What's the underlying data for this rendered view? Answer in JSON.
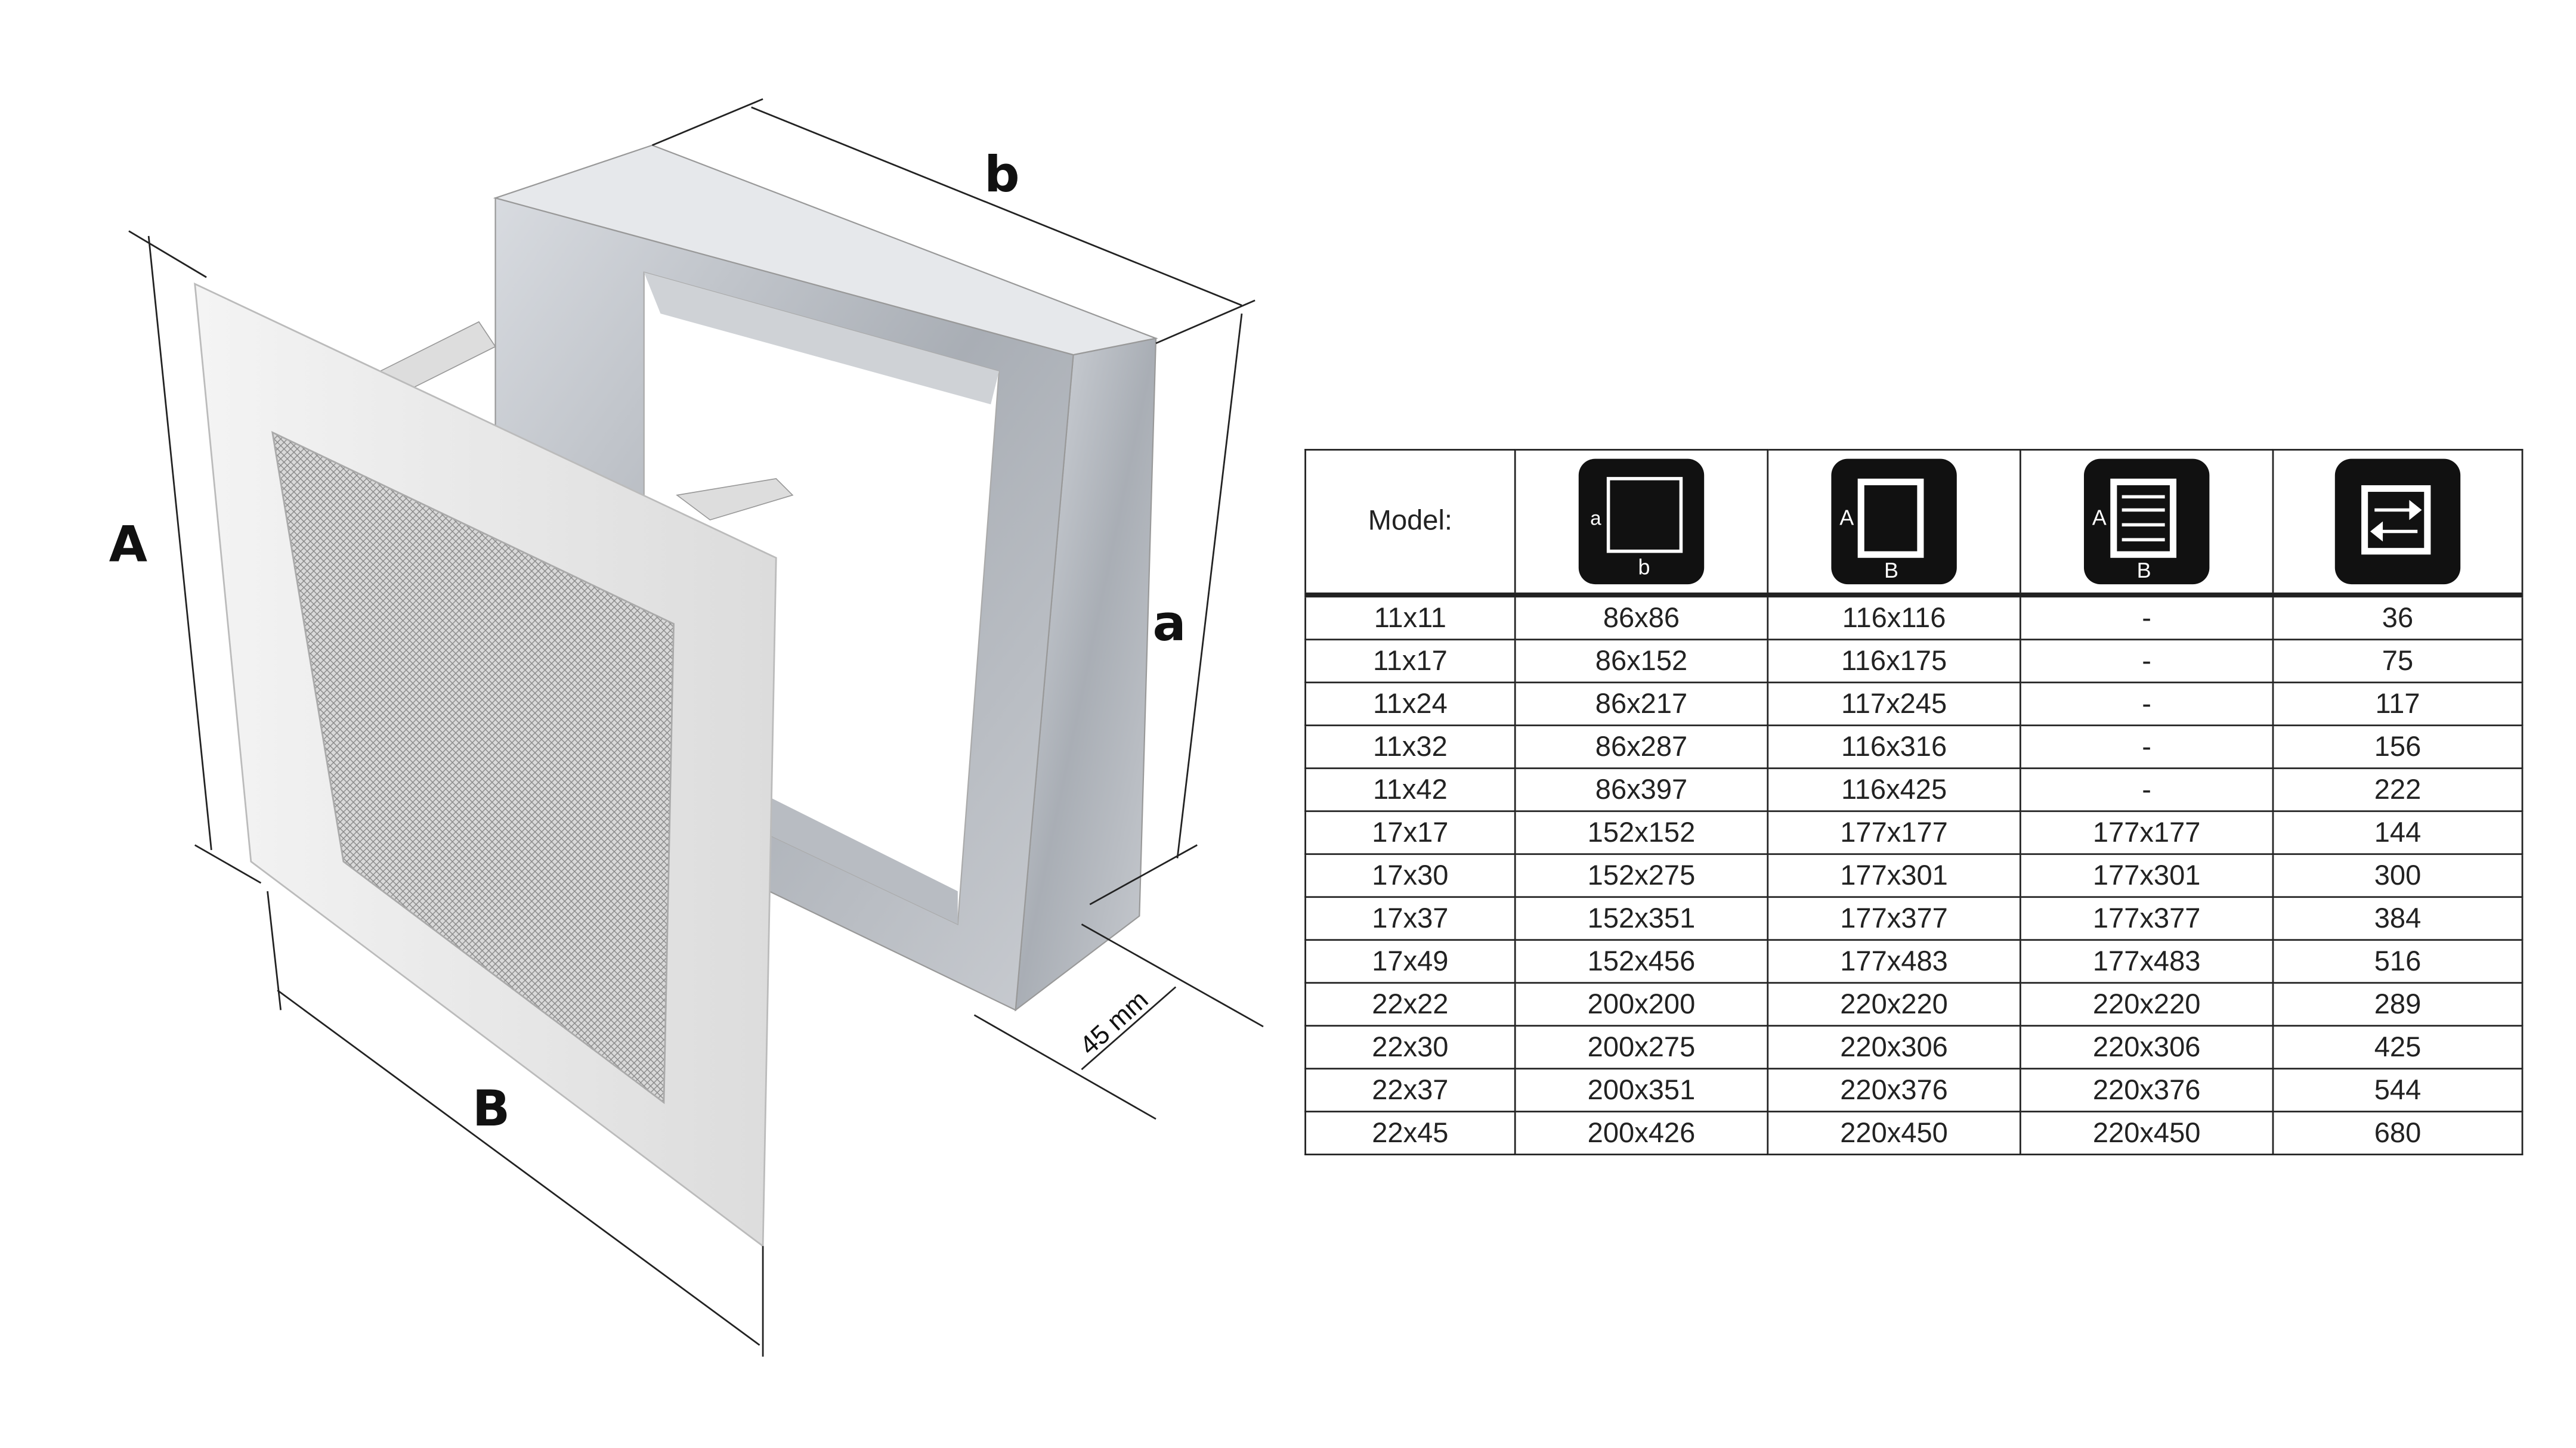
{
  "labels": {
    "A": "A",
    "B": "B",
    "a": "a",
    "b": "b",
    "depth": "45 mm"
  },
  "table": {
    "header": {
      "model": "Model:",
      "icon_labels": [
        {
          "side": "a",
          "bottom": "b"
        },
        {
          "side": "A",
          "bottom": "B"
        },
        {
          "side": "A",
          "bottom": "B"
        }
      ]
    },
    "icons": [
      "inner-dimension-icon",
      "outer-dimension-icon",
      "grille-dimension-icon",
      "airflow-area-icon"
    ],
    "rows": [
      [
        "11x11",
        "86x86",
        "116x116",
        "-",
        "36"
      ],
      [
        "11x17",
        "86x152",
        "116x175",
        "-",
        "75"
      ],
      [
        "11x24",
        "86x217",
        "117x245",
        "-",
        "117"
      ],
      [
        "11x32",
        "86x287",
        "116x316",
        "-",
        "156"
      ],
      [
        "11x42",
        "86x397",
        "116x425",
        "-",
        "222"
      ],
      [
        "17x17",
        "152x152",
        "177x177",
        "177x177",
        "144"
      ],
      [
        "17x30",
        "152x275",
        "177x301",
        "177x301",
        "300"
      ],
      [
        "17x37",
        "152x351",
        "177x377",
        "177x377",
        "384"
      ],
      [
        "17x49",
        "152x456",
        "177x483",
        "177x483",
        "516"
      ],
      [
        "22x22",
        "200x200",
        "220x220",
        "220x220",
        "289"
      ],
      [
        "22x30",
        "200x275",
        "220x306",
        "220x306",
        "425"
      ],
      [
        "22x37",
        "200x351",
        "220x376",
        "220x376",
        "544"
      ],
      [
        "22x45",
        "200x426",
        "220x450",
        "220x450",
        "680"
      ]
    ]
  }
}
